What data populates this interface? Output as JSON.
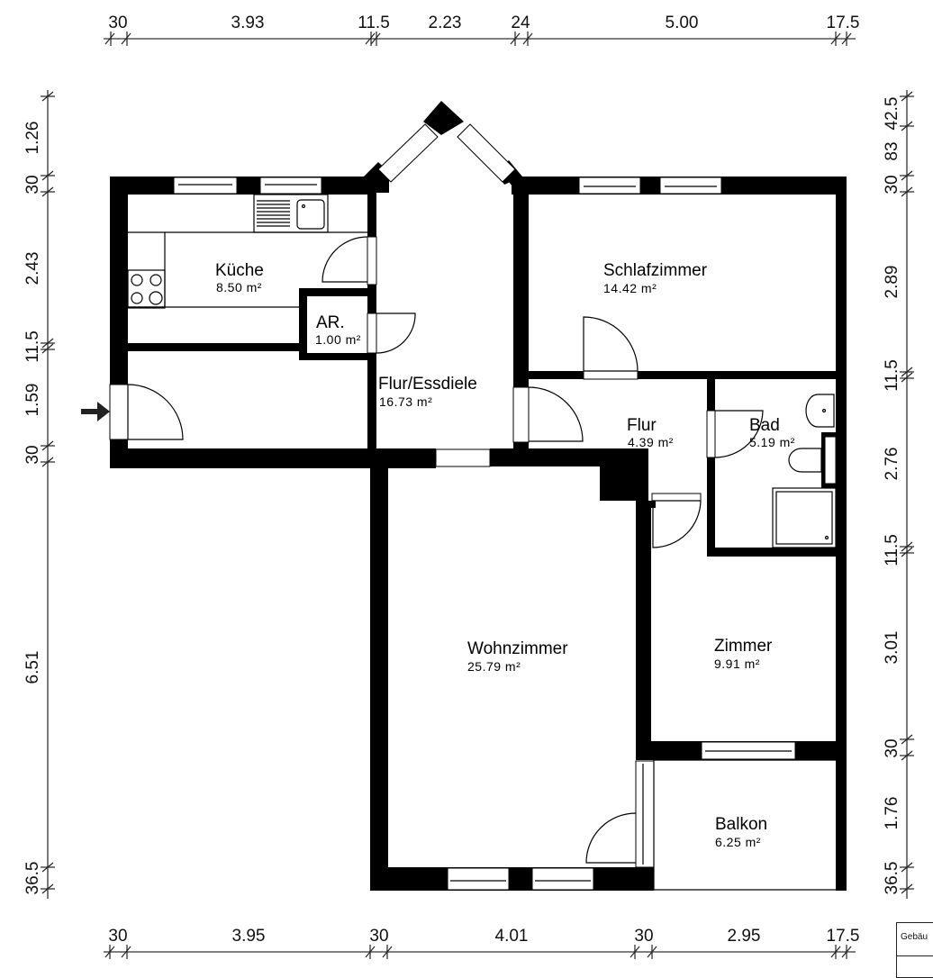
{
  "plan": {
    "type": "floor-plan",
    "units": {
      "meters": "m",
      "centimeters": "cm",
      "area": "m²"
    }
  },
  "dimensions": {
    "top": [
      "30",
      "3.93",
      "11.5",
      "2.23",
      "24",
      "5.00",
      "17.5"
    ],
    "bottom": [
      "30",
      "3.95",
      "30",
      "4.01",
      "30",
      "2.95",
      "17.5"
    ],
    "left": [
      "1.26",
      "30",
      "2.43",
      "11.5",
      "1.59",
      "30",
      "6.51",
      "36.5"
    ],
    "right": [
      "42.5",
      "83",
      "30",
      "2.89",
      "11.5",
      "2.76",
      "11.5",
      "3.01",
      "30",
      "1.76",
      "36.5"
    ]
  },
  "rooms": {
    "kueche": {
      "name": "Küche",
      "area": "8.50 m²"
    },
    "abstellraum": {
      "name": "AR.",
      "area": "1.00 m²"
    },
    "flur_essdiele": {
      "name": "Flur/Essdiele",
      "area": "16.73 m²"
    },
    "schlafzimmer": {
      "name": "Schlafzimmer",
      "area": "14.42 m²"
    },
    "flur": {
      "name": "Flur",
      "area": "4.39 m²"
    },
    "bad": {
      "name": "Bad",
      "area": "5.19 m²"
    },
    "wohnzimmer": {
      "name": "Wohnzimmer",
      "area": "25.79 m²"
    },
    "zimmer": {
      "name": "Zimmer",
      "area": "9.91 m²"
    },
    "balkon": {
      "name": "Balkon",
      "area": "6.25 m²"
    }
  },
  "entrance": {
    "icon": "entrance-arrow-icon"
  },
  "legend": {
    "label": "Gebäu"
  },
  "colors": {
    "wall": "#000000",
    "background": "#ffffff",
    "dimension_line": "#333333"
  }
}
